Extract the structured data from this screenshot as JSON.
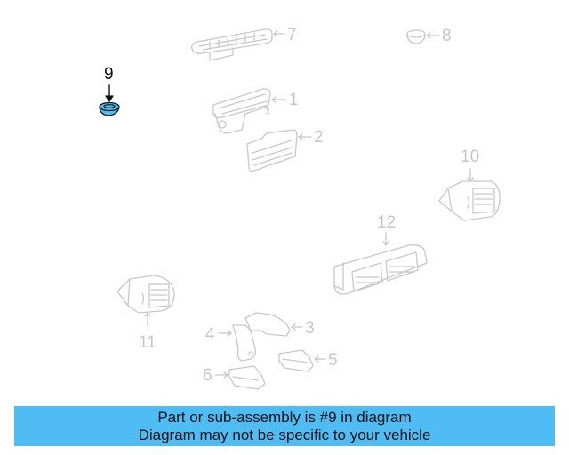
{
  "diagram": {
    "highlight_color": "#4fbcf4",
    "part_stroke_color": "#c8c8c8",
    "active_label_color": "#111111",
    "callouts": [
      {
        "number": "1",
        "part": "vent-assembly-upper",
        "highlighted": false
      },
      {
        "number": "2",
        "part": "vent-grille",
        "highlighted": false
      },
      {
        "number": "3",
        "part": "duct-upper",
        "highlighted": false
      },
      {
        "number": "4",
        "part": "duct-bracket",
        "highlighted": false
      },
      {
        "number": "5",
        "part": "duct-small-right",
        "highlighted": false
      },
      {
        "number": "6",
        "part": "duct-small-left",
        "highlighted": false
      },
      {
        "number": "7",
        "part": "defroster-grille",
        "highlighted": false
      },
      {
        "number": "8",
        "part": "cap-grey",
        "highlighted": false
      },
      {
        "number": "9",
        "part": "cap-highlighted",
        "highlighted": true
      },
      {
        "number": "10",
        "part": "side-vent-right",
        "highlighted": false
      },
      {
        "number": "11",
        "part": "side-vent-left",
        "highlighted": false
      },
      {
        "number": "12",
        "part": "center-vent",
        "highlighted": false
      }
    ]
  },
  "banner": {
    "line1": "Part or sub-assembly is #9 in diagram",
    "line2": "Diagram may not be specific to your vehicle",
    "background": "#4fbcf4"
  }
}
